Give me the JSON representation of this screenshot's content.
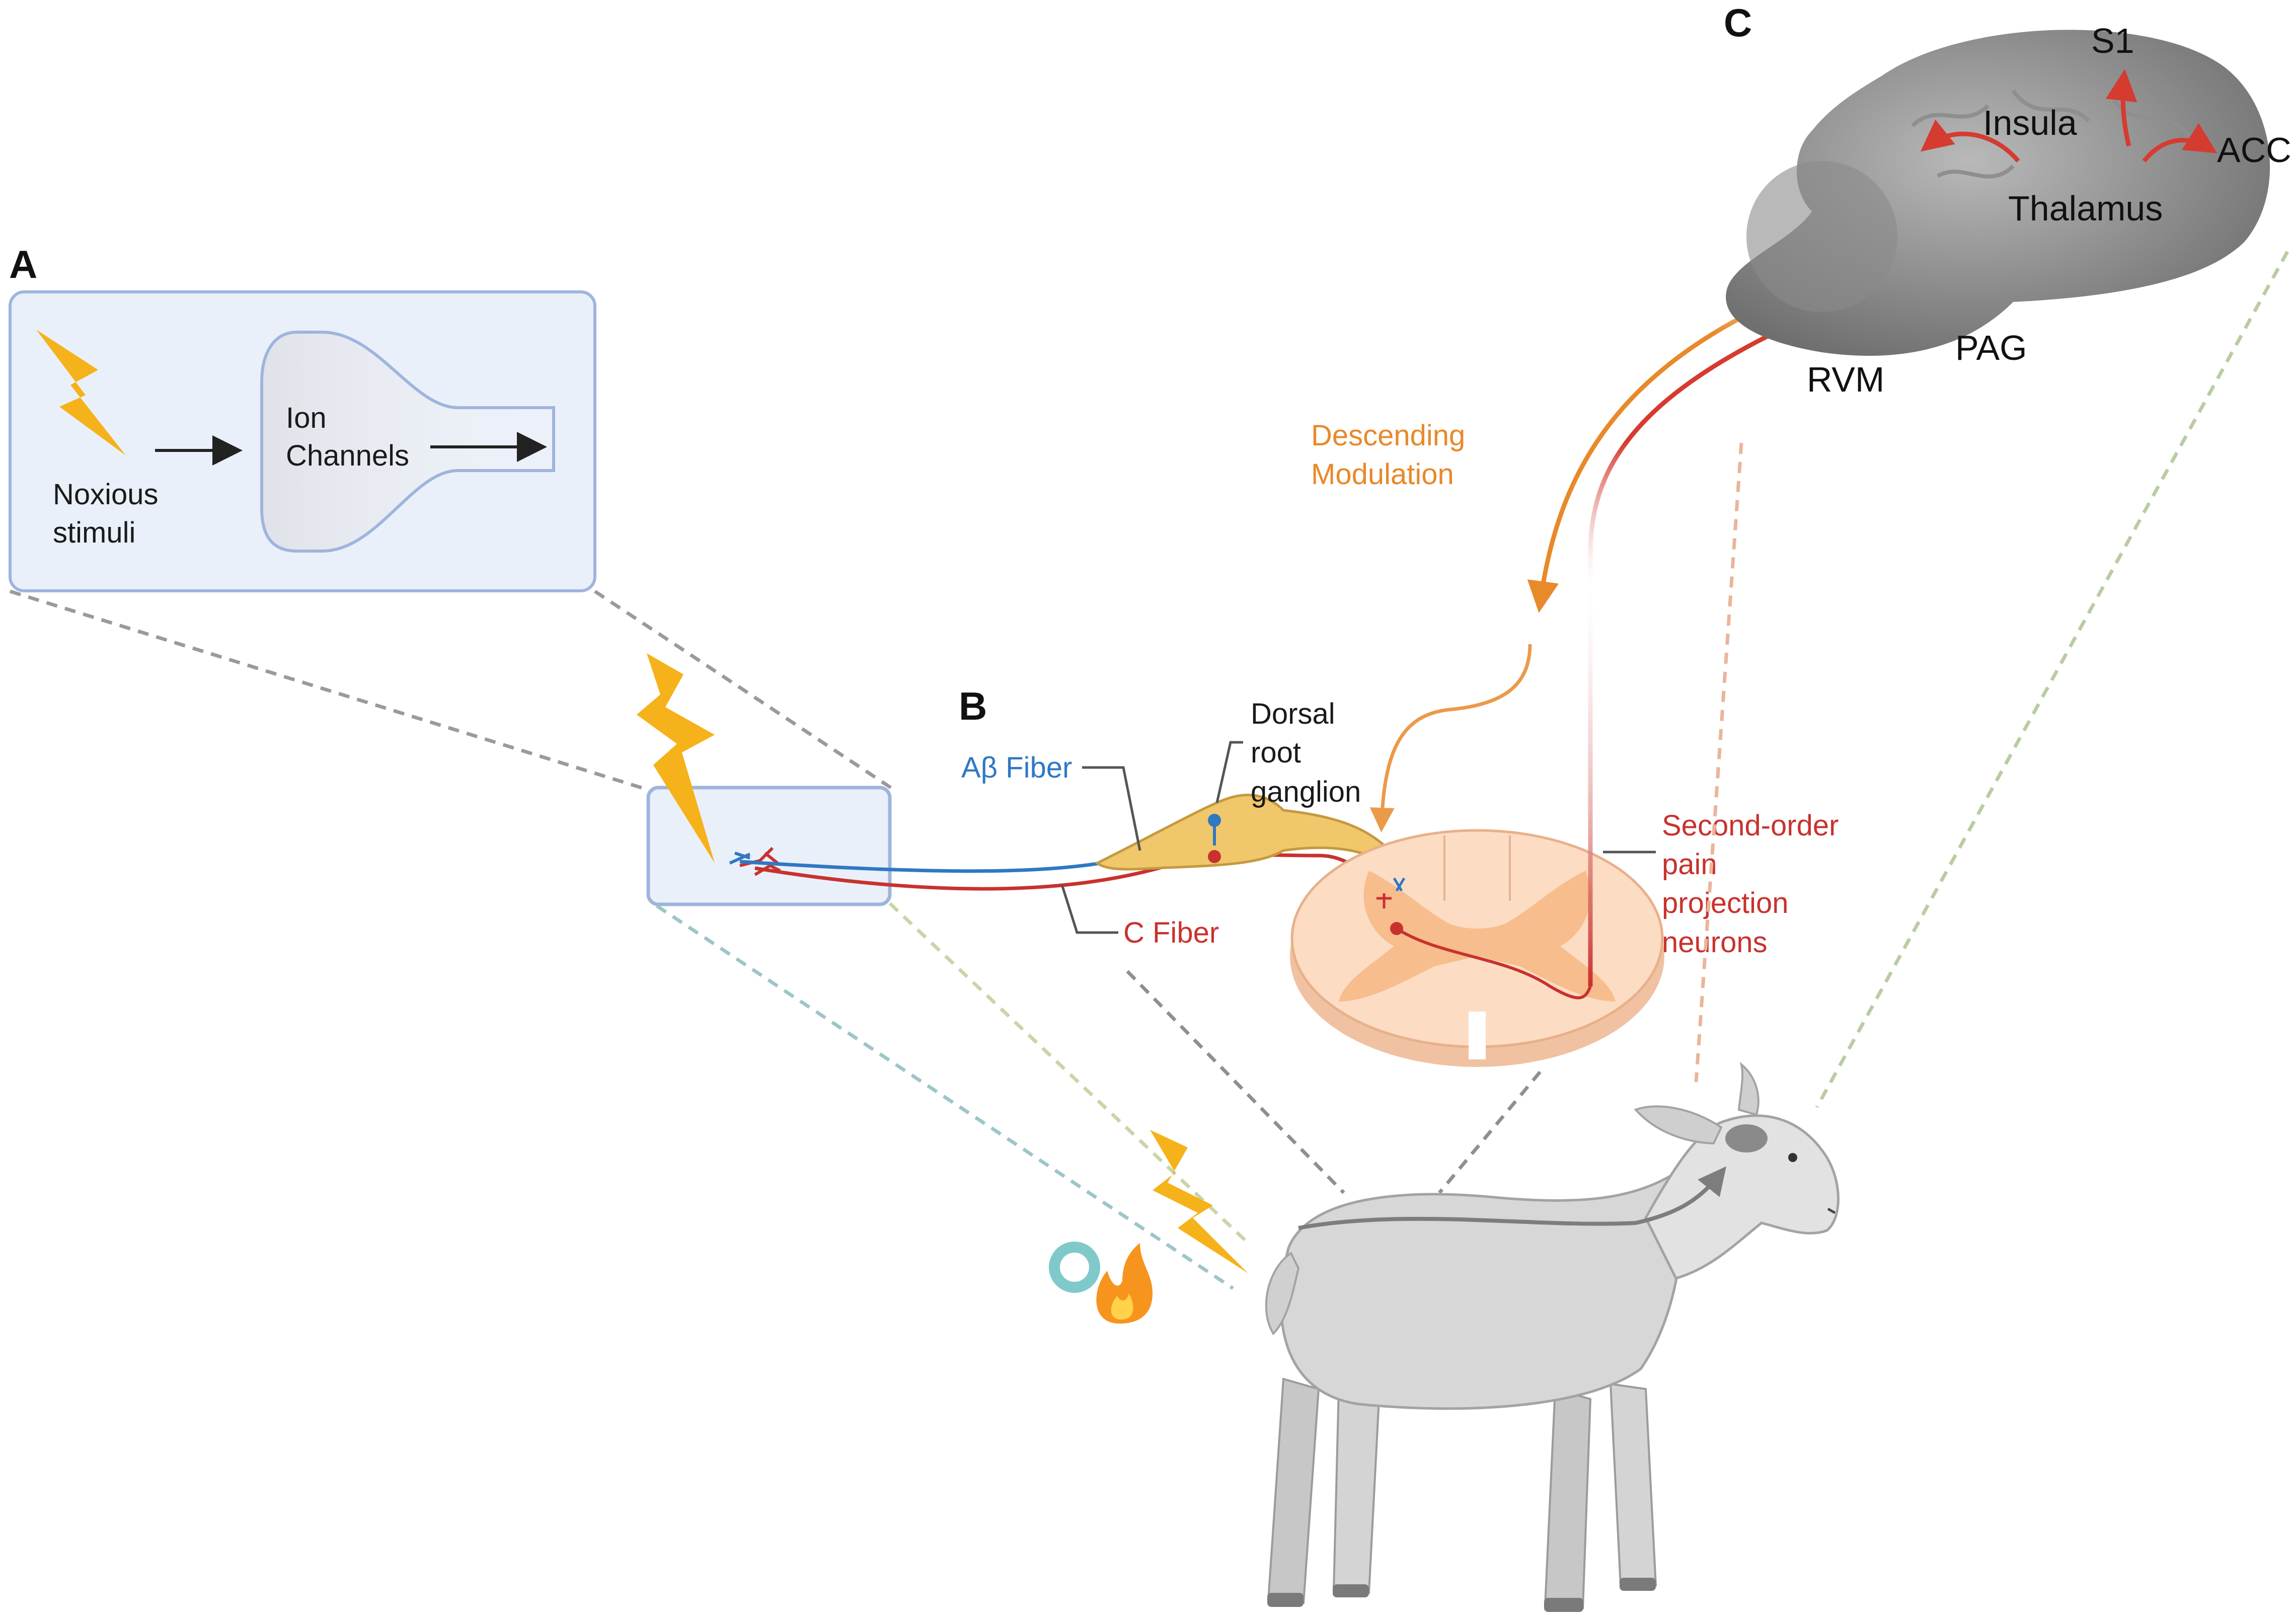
{
  "panels": {
    "a": {
      "letter": "A",
      "noxious_line1": "Noxious",
      "noxious_line2": "stimuli",
      "ion_line1": "Ion",
      "ion_line2": "Channels"
    },
    "b": {
      "letter": "B",
      "ab_fiber": "Aβ Fiber",
      "c_fiber": "C Fiber",
      "drg_line1": "Dorsal",
      "drg_line2": "root",
      "drg_line3": "ganglion",
      "second_line1": "Second-order",
      "second_line2": "pain",
      "second_line3": "projection",
      "second_line4": "neurons"
    },
    "c": {
      "letter": "C",
      "s1": "S1",
      "insula": "Insula",
      "acc": "ACC",
      "thalamus": "Thalamus",
      "pag": "PAG",
      "rvm": "RVM"
    }
  },
  "descending": {
    "line1": "Descending",
    "line2": "Modulation"
  },
  "icons": [
    "lightning-icon",
    "cold-ring-icon",
    "flame-icon",
    "lamb-illustration",
    "brain-illustration",
    "spinal-cord-illustration"
  ],
  "colors": {
    "ab_fiber": "#2f78c4",
    "c_fiber": "#c8322e",
    "descending": "#e8892a",
    "ascending": "#c8322e",
    "lightning": "#f5b21a",
    "box_fill": "#eaf0fa",
    "box_stroke": "#9fb4dd"
  }
}
